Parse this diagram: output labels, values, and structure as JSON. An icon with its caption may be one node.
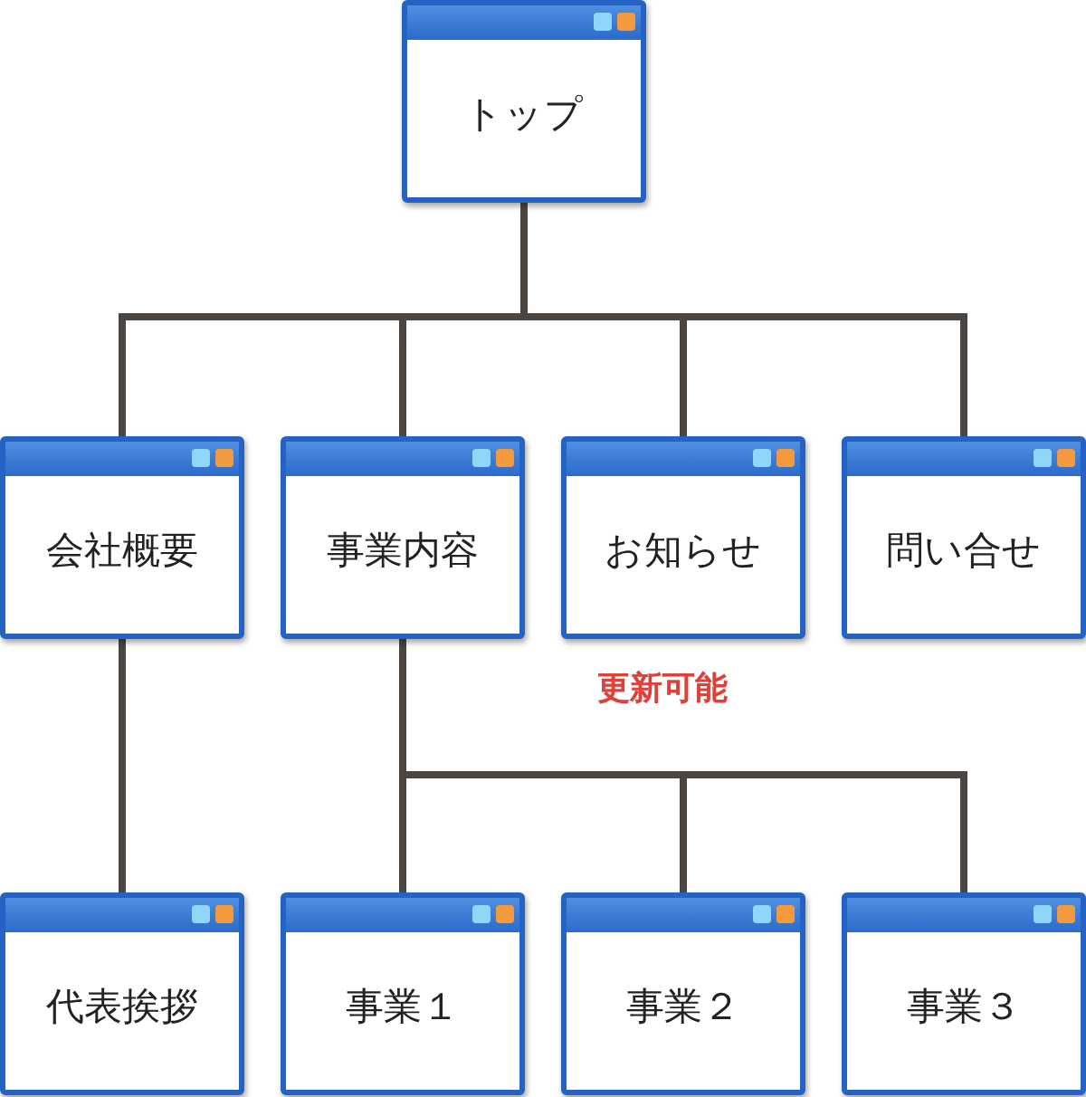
{
  "diagram": {
    "nodes": [
      {
        "text": [
          "トップ"
        ]
      },
      {
        "text": [
          "会社概要"
        ]
      },
      {
        "text": [
          "事業内容"
        ]
      },
      {
        "text": [
          "お知らせ"
        ],
        "beside": [
          "更新可能"
        ]
      },
      {
        "text": [
          "問い合せ"
        ]
      },
      {
        "text": [
          "代表挨拶"
        ]
      },
      {
        "text": [
          "事業１"
        ]
      },
      {
        "text": [
          "事業２"
        ]
      },
      {
        "text": [
          "事業３"
        ]
      }
    ],
    "edges": [
      {
        "from": 0,
        "to": 1,
        "arrow": "none"
      },
      {
        "from": 0,
        "to": 2,
        "arrow": "none"
      },
      {
        "from": 0,
        "to": 3,
        "arrow": "none"
      },
      {
        "from": 0,
        "to": 4,
        "arrow": "none"
      },
      {
        "from": 1,
        "to": 5,
        "arrow": "none"
      },
      {
        "from": 2,
        "to": 6,
        "arrow": "none"
      },
      {
        "from": 2,
        "to": 7,
        "arrow": "none"
      },
      {
        "from": 2,
        "to": 8,
        "arrow": "none"
      }
    ]
  }
}
